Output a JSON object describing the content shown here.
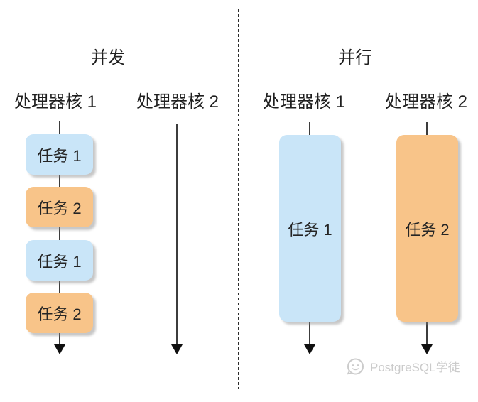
{
  "diagram": {
    "left": {
      "title": "并发",
      "cores": [
        {
          "label": "处理器核 1"
        },
        {
          "label": "处理器核 2"
        }
      ],
      "tasks": [
        {
          "label": "任务 1",
          "color": "#C9E5F8"
        },
        {
          "label": "任务 2",
          "color": "#F8C489"
        },
        {
          "label": "任务 1",
          "color": "#C9E5F8"
        },
        {
          "label": "任务 2",
          "color": "#F8C489"
        }
      ]
    },
    "right": {
      "title": "并行",
      "cores": [
        {
          "label": "处理器核 1"
        },
        {
          "label": "处理器核 2"
        }
      ],
      "tasks": [
        {
          "label": "任务 1",
          "color": "#C9E5F8"
        },
        {
          "label": "任务 2",
          "color": "#F8C489"
        }
      ]
    }
  },
  "colors": {
    "task_blue": "#C9E5F8",
    "task_orange": "#F8C489",
    "line": "#3c3c3c",
    "text": "#1f1f1f",
    "watermark": "#cbcbcb"
  },
  "watermark": {
    "icon": "wechat-official-account-icon",
    "text": "PostgreSQL学徒"
  }
}
